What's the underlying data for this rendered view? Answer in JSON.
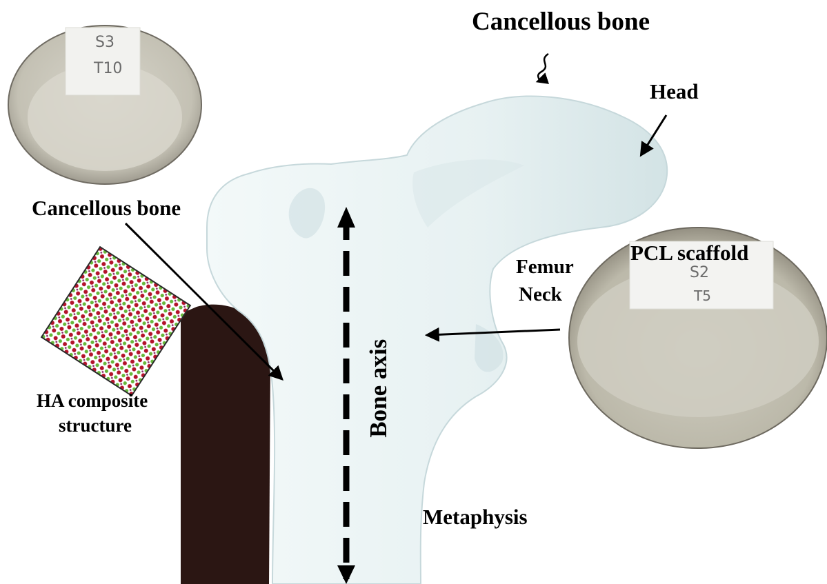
{
  "labels": {
    "cancellous_top": "Cancellous bone",
    "head": "Head",
    "cancellous_left": "Cancellous bone",
    "femur": "Femur",
    "neck": "Neck",
    "pcl": "PCL scaffold",
    "ha_line1": "HA composite",
    "ha_line2": "structure",
    "bone_axis": "Bone axis",
    "metaphysis": "Metaphysis"
  },
  "sample_cards": {
    "top_left": {
      "line1": "S3",
      "line2": "T10"
    },
    "right": {
      "line1": "S2",
      "line2": "T5"
    }
  },
  "colors": {
    "bone": "#e6f1f2",
    "bone_shadow": "#b9cdd1",
    "dark_background": "#2a1714",
    "dish": "#cfccbf",
    "dish_rim": "#7c786e",
    "lattice_red": "#b3122a",
    "lattice_green": "#66b83a",
    "arrow": "#000000"
  }
}
